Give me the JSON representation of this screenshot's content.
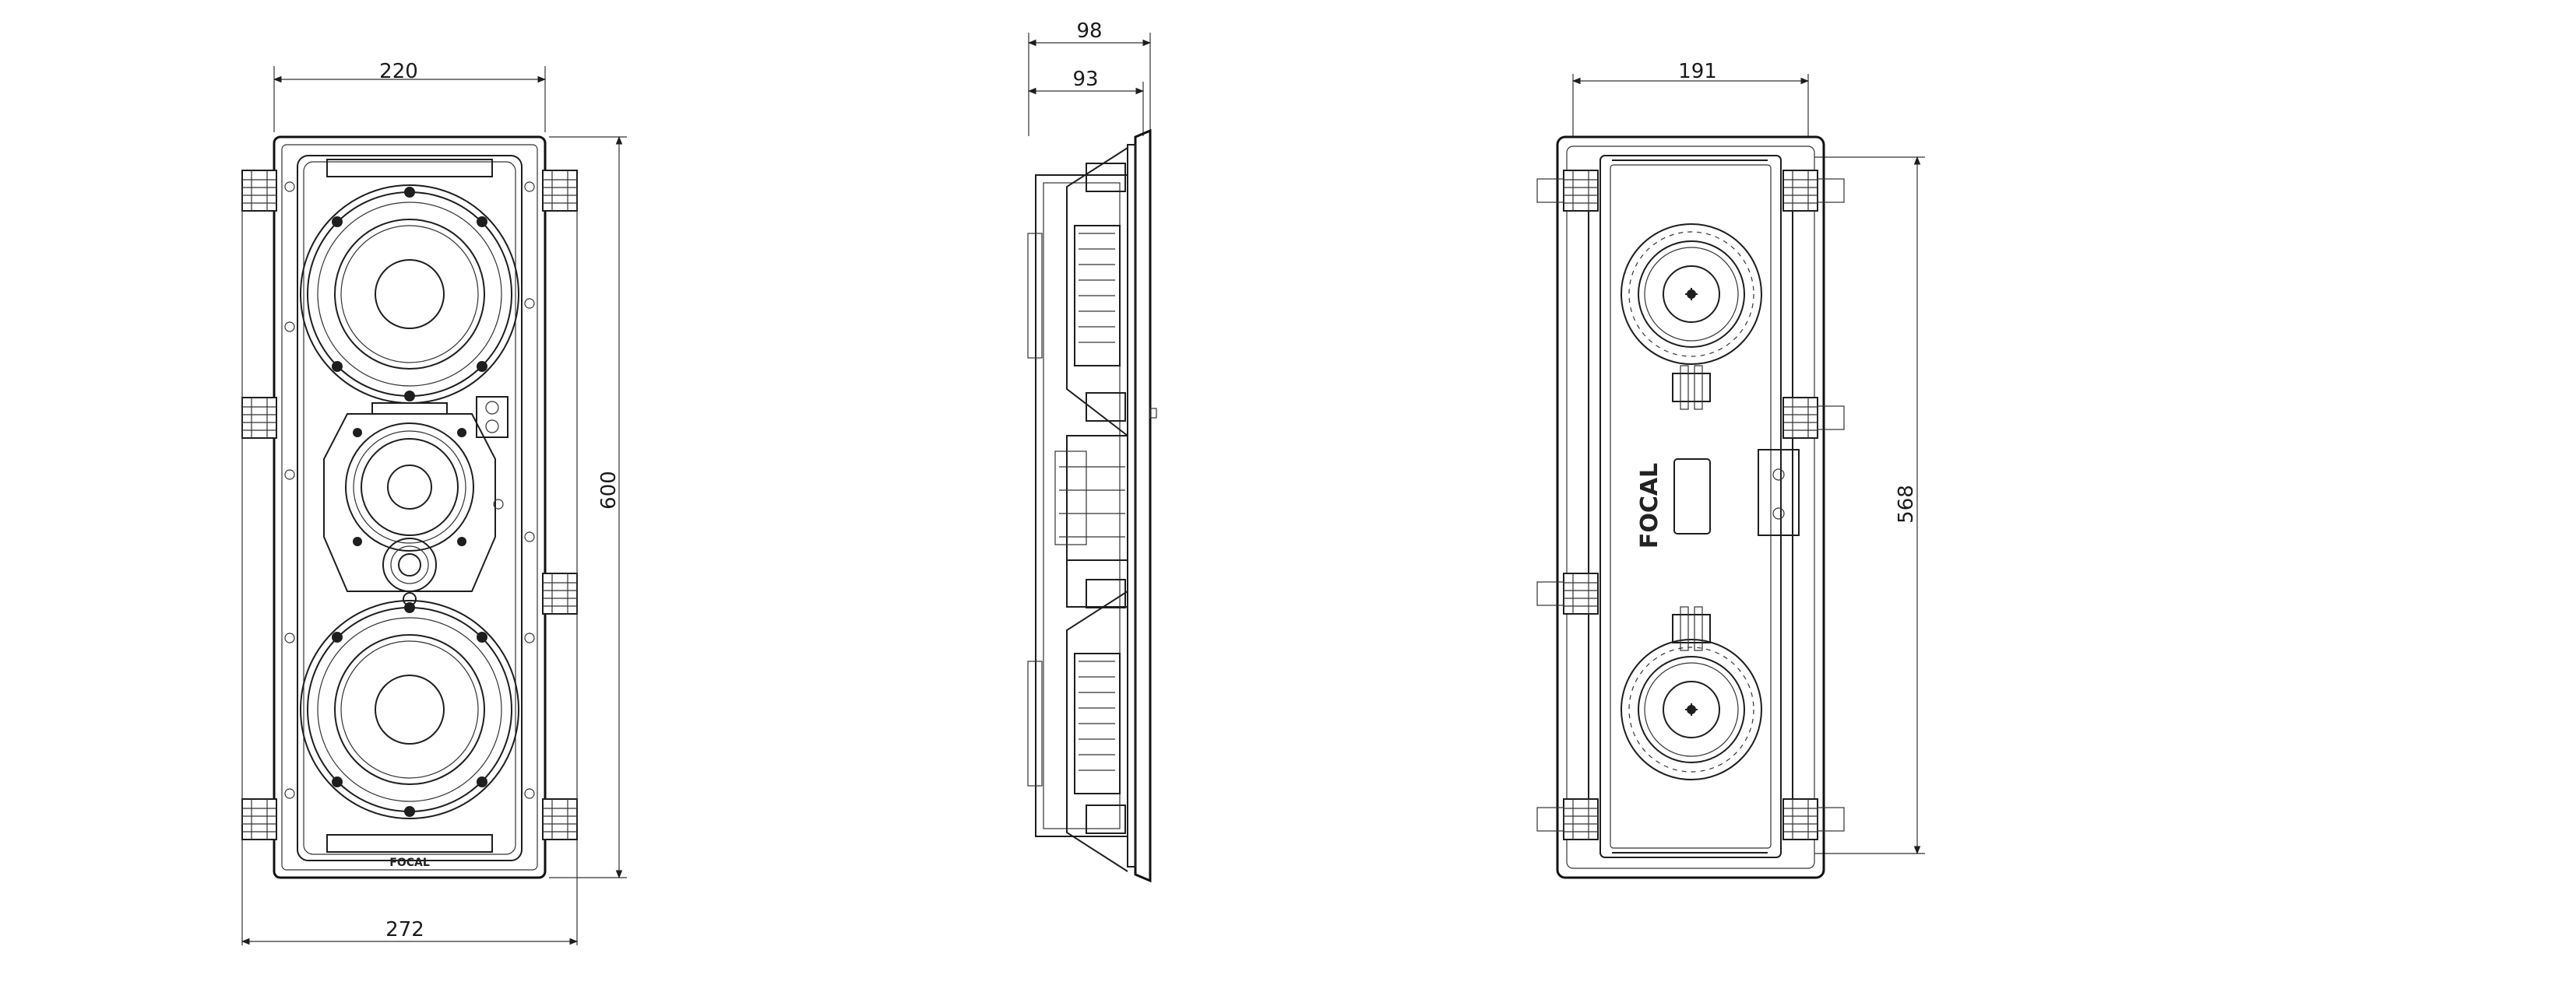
{
  "front_view": {
    "width_inner_label": "220",
    "width_outer_label": "272",
    "height_label": "600",
    "logo_text": "FOCAL"
  },
  "side_view": {
    "depth_outer_label": "98",
    "depth_inner_label": "93"
  },
  "rear_view": {
    "width_label": "191",
    "height_label": "568",
    "logo_text": "FOCAL"
  },
  "colors": {
    "line": "#1e1e1e",
    "background": "#ffffff"
  }
}
